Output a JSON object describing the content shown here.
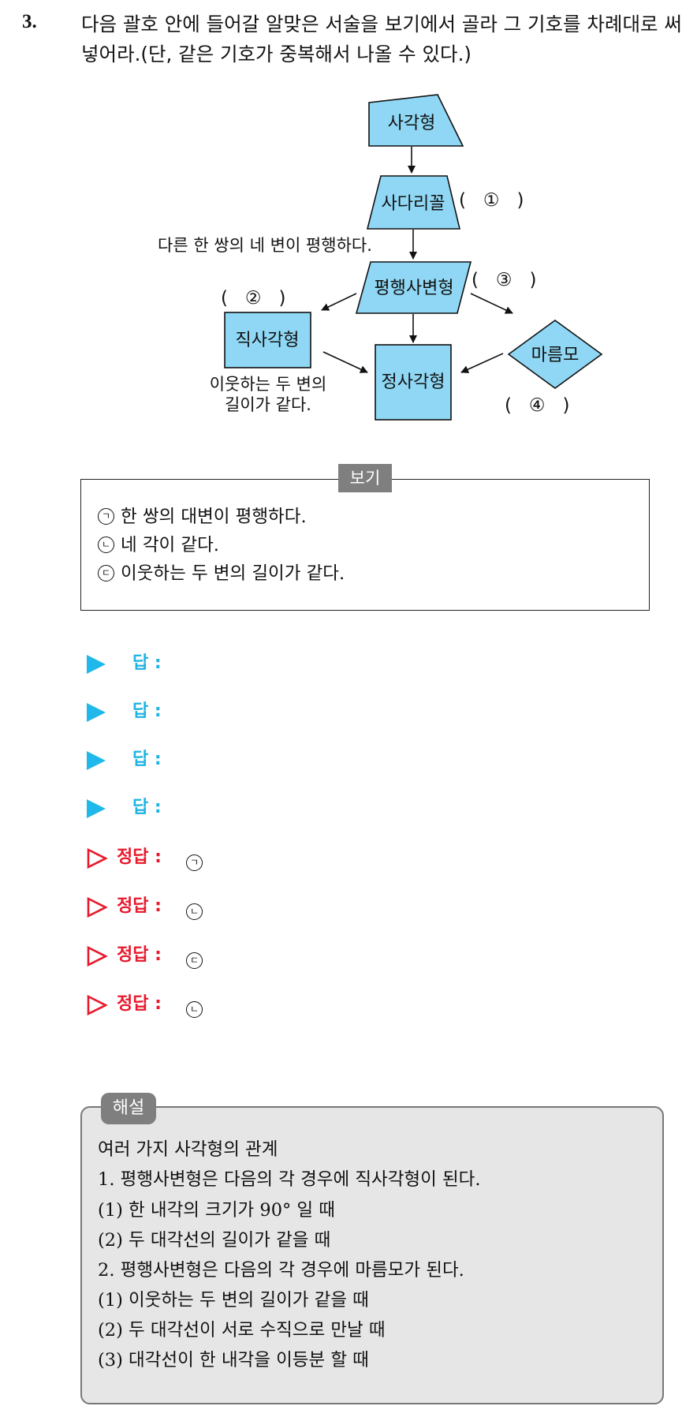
{
  "question": {
    "number": "3.",
    "text": "다음 괄호 안에 들어갈 알맞은 서술을 보기에서 골라 그 기호를 차례대로 써 넣어라.(단, 같은 기호가 중복해서 나올 수 있다.)"
  },
  "diagram": {
    "square_top": "사각형",
    "trapezoid": "사다리꼴",
    "parallelogram": "평행사변형",
    "rectangle": "직사각형",
    "rhombus": "마름모",
    "square": "정사각형",
    "blank1": "(   ①   )",
    "blank2": "(   ②   )",
    "blank3": "(   ③   )",
    "blank4": "(   ④   )",
    "note_parallel": "다른 한 쌍의 네 변이 평행하다.",
    "note_adjacent_line1": "이웃하는 두 변의",
    "note_adjacent_line2": "길이가 같다.",
    "fill_color": "#8fd7f4"
  },
  "bogi": {
    "label": "보기",
    "items": [
      {
        "symbol": "ㄱ",
        "text": "한 쌍의 대변이 평행하다."
      },
      {
        "symbol": "ㄴ",
        "text": "네 각이 같다."
      },
      {
        "symbol": "ㄷ",
        "text": "이웃하는 두 변의 길이가 같다."
      }
    ]
  },
  "answers": {
    "label": "답 :",
    "count": 4
  },
  "answer_key": {
    "label": "정답 :",
    "values": [
      "ㄱ",
      "ㄴ",
      "ㄷ",
      "ㄴ"
    ]
  },
  "solution": {
    "label": "해설",
    "lines": [
      "여러 가지 사각형의 관계",
      "1. 평행사변형은 다음의 각 경우에 직사각형이 된다.",
      "(1) 한 내각의 크기가 90° 일 때",
      "(2) 두 대각선의 길이가 같을 때",
      "2. 평행사변형은 다음의 각 경우에 마름모가 된다.",
      "(1) 이웃하는 두 변의 길이가 같을 때",
      "(2) 두 대각선이 서로 수직으로 만날 때",
      "(3) 대각선이 한 내각을 이등분 할 때"
    ]
  },
  "colors": {
    "answer_blue": "#1fb3e3",
    "key_red": "#e8192c"
  }
}
